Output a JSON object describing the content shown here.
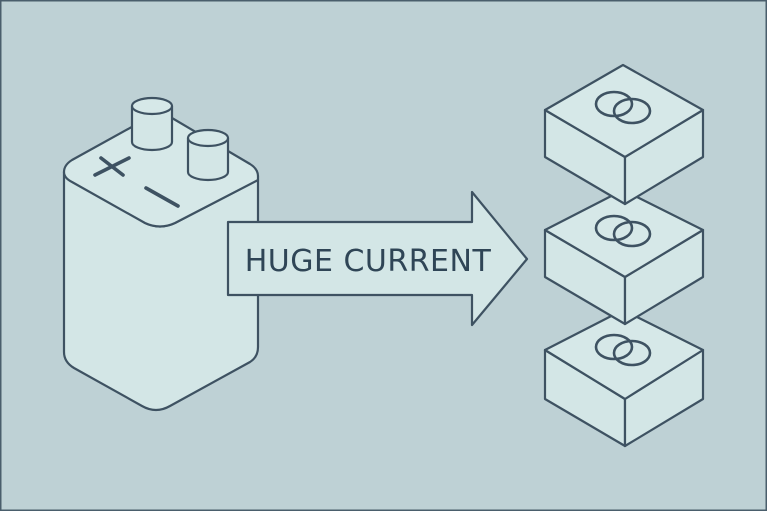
{
  "arrow": {
    "label": "HUGE CURRENT"
  },
  "battery": {
    "terminal_plus": "+",
    "terminal_minus": "−"
  },
  "colors": {
    "background": "#bed1d5",
    "fill": "#d3e6e6",
    "stroke": "#3e5262",
    "text": "#2f4556"
  },
  "blocks": {
    "count": 3,
    "symbol": "interlocking-rings"
  }
}
